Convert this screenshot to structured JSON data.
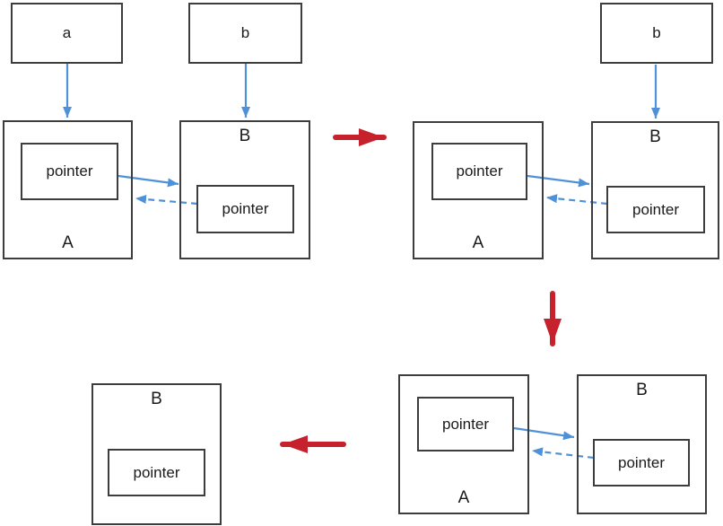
{
  "colors": {
    "background": "#ffffff",
    "border": "#3d3d3d",
    "text": "#1a1a1a",
    "blue": "#4e91d9",
    "red": "#c5222e"
  },
  "stage1": {
    "var_a": "a",
    "var_b": "b",
    "obj_a_label": "A",
    "obj_b_label": "B",
    "ptr_a": "pointer",
    "ptr_b": "pointer"
  },
  "stage2": {
    "var_b": "b",
    "obj_a_label": "A",
    "obj_b_label": "B",
    "ptr_a": "pointer",
    "ptr_b": "pointer"
  },
  "stage3": {
    "obj_a_label": "A",
    "obj_b_label": "B",
    "ptr_a": "pointer",
    "ptr_b": "pointer"
  },
  "stage4": {
    "obj_b_label": "B",
    "ptr_b": "pointer"
  },
  "edges": [
    {
      "stage": 1,
      "from": "a",
      "to": "A",
      "style": "solid-blue"
    },
    {
      "stage": 1,
      "from": "b",
      "to": "B",
      "style": "solid-blue"
    },
    {
      "stage": 1,
      "from": "A.pointer",
      "to": "B",
      "style": "solid-blue"
    },
    {
      "stage": 1,
      "from": "B.pointer",
      "to": "A",
      "style": "dashed-blue"
    },
    {
      "stage": 2,
      "from": "b",
      "to": "B",
      "style": "solid-blue"
    },
    {
      "stage": 2,
      "from": "A.pointer",
      "to": "B",
      "style": "solid-blue"
    },
    {
      "stage": 2,
      "from": "B.pointer",
      "to": "A",
      "style": "dashed-blue"
    },
    {
      "stage": 3,
      "from": "A.pointer",
      "to": "B",
      "style": "solid-blue"
    },
    {
      "stage": 3,
      "from": "B.pointer",
      "to": "A",
      "style": "dashed-blue"
    }
  ],
  "transitions": [
    {
      "from": "stage1",
      "to": "stage2",
      "direction": "right",
      "style": "red-arrow"
    },
    {
      "from": "stage2",
      "to": "stage3",
      "direction": "down",
      "style": "red-arrow"
    },
    {
      "from": "stage3",
      "to": "stage4",
      "direction": "left",
      "style": "red-arrow"
    }
  ]
}
